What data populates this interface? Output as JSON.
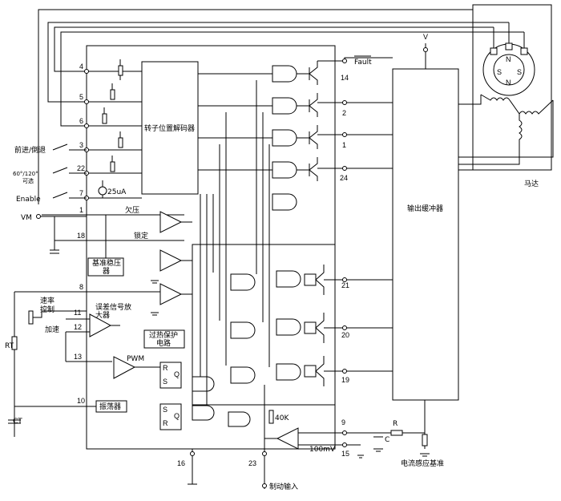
{
  "blocks": {
    "decoder": "转子位置解码器",
    "buffer": "输出缓冲器",
    "reference": "基准稳压",
    "reference_line2": "器",
    "error_amp": "误差信号放",
    "error_amp_line2": "大器",
    "overtemp": "过热保护",
    "overtemp_line2": "电路",
    "oscillator": "振荡器",
    "pwm": "PWM",
    "motor": "马达",
    "current_ref": "电流感应基准"
  },
  "labels": {
    "fault": "Fault",
    "dir": "前进/倒退",
    "sel60_line1": "60°/120°",
    "sel60_line2": "可选",
    "enable": "Enable",
    "current_src": "25uA",
    "vm": "VM",
    "undervolt": "欠压",
    "lock": "锁定",
    "speed_line1": "速率",
    "speed_line2": "控制",
    "accel": "加速",
    "rt": "RT",
    "ct": "CT",
    "r": "R",
    "c": "C",
    "res40k": "40K",
    "mv100": "100mV",
    "brake_in": "制动输入",
    "v": "V",
    "sr_r": "R",
    "sr_s": "S",
    "sr_q": "Q",
    "pole_n": "N",
    "pole_s": "S"
  },
  "pins": {
    "p1": "1",
    "p2": "2",
    "p3": "3",
    "p4": "4",
    "p5": "5",
    "p6": "6",
    "p7": "7",
    "p8": "8",
    "p9": "9",
    "p10": "10",
    "p11": "11",
    "p12": "12",
    "p13": "13",
    "p14": "14",
    "p15": "15",
    "p16": "16",
    "p18": "18",
    "p19": "19",
    "p20": "20",
    "p21": "21",
    "p22": "22",
    "p23": "23",
    "p24": "24"
  }
}
